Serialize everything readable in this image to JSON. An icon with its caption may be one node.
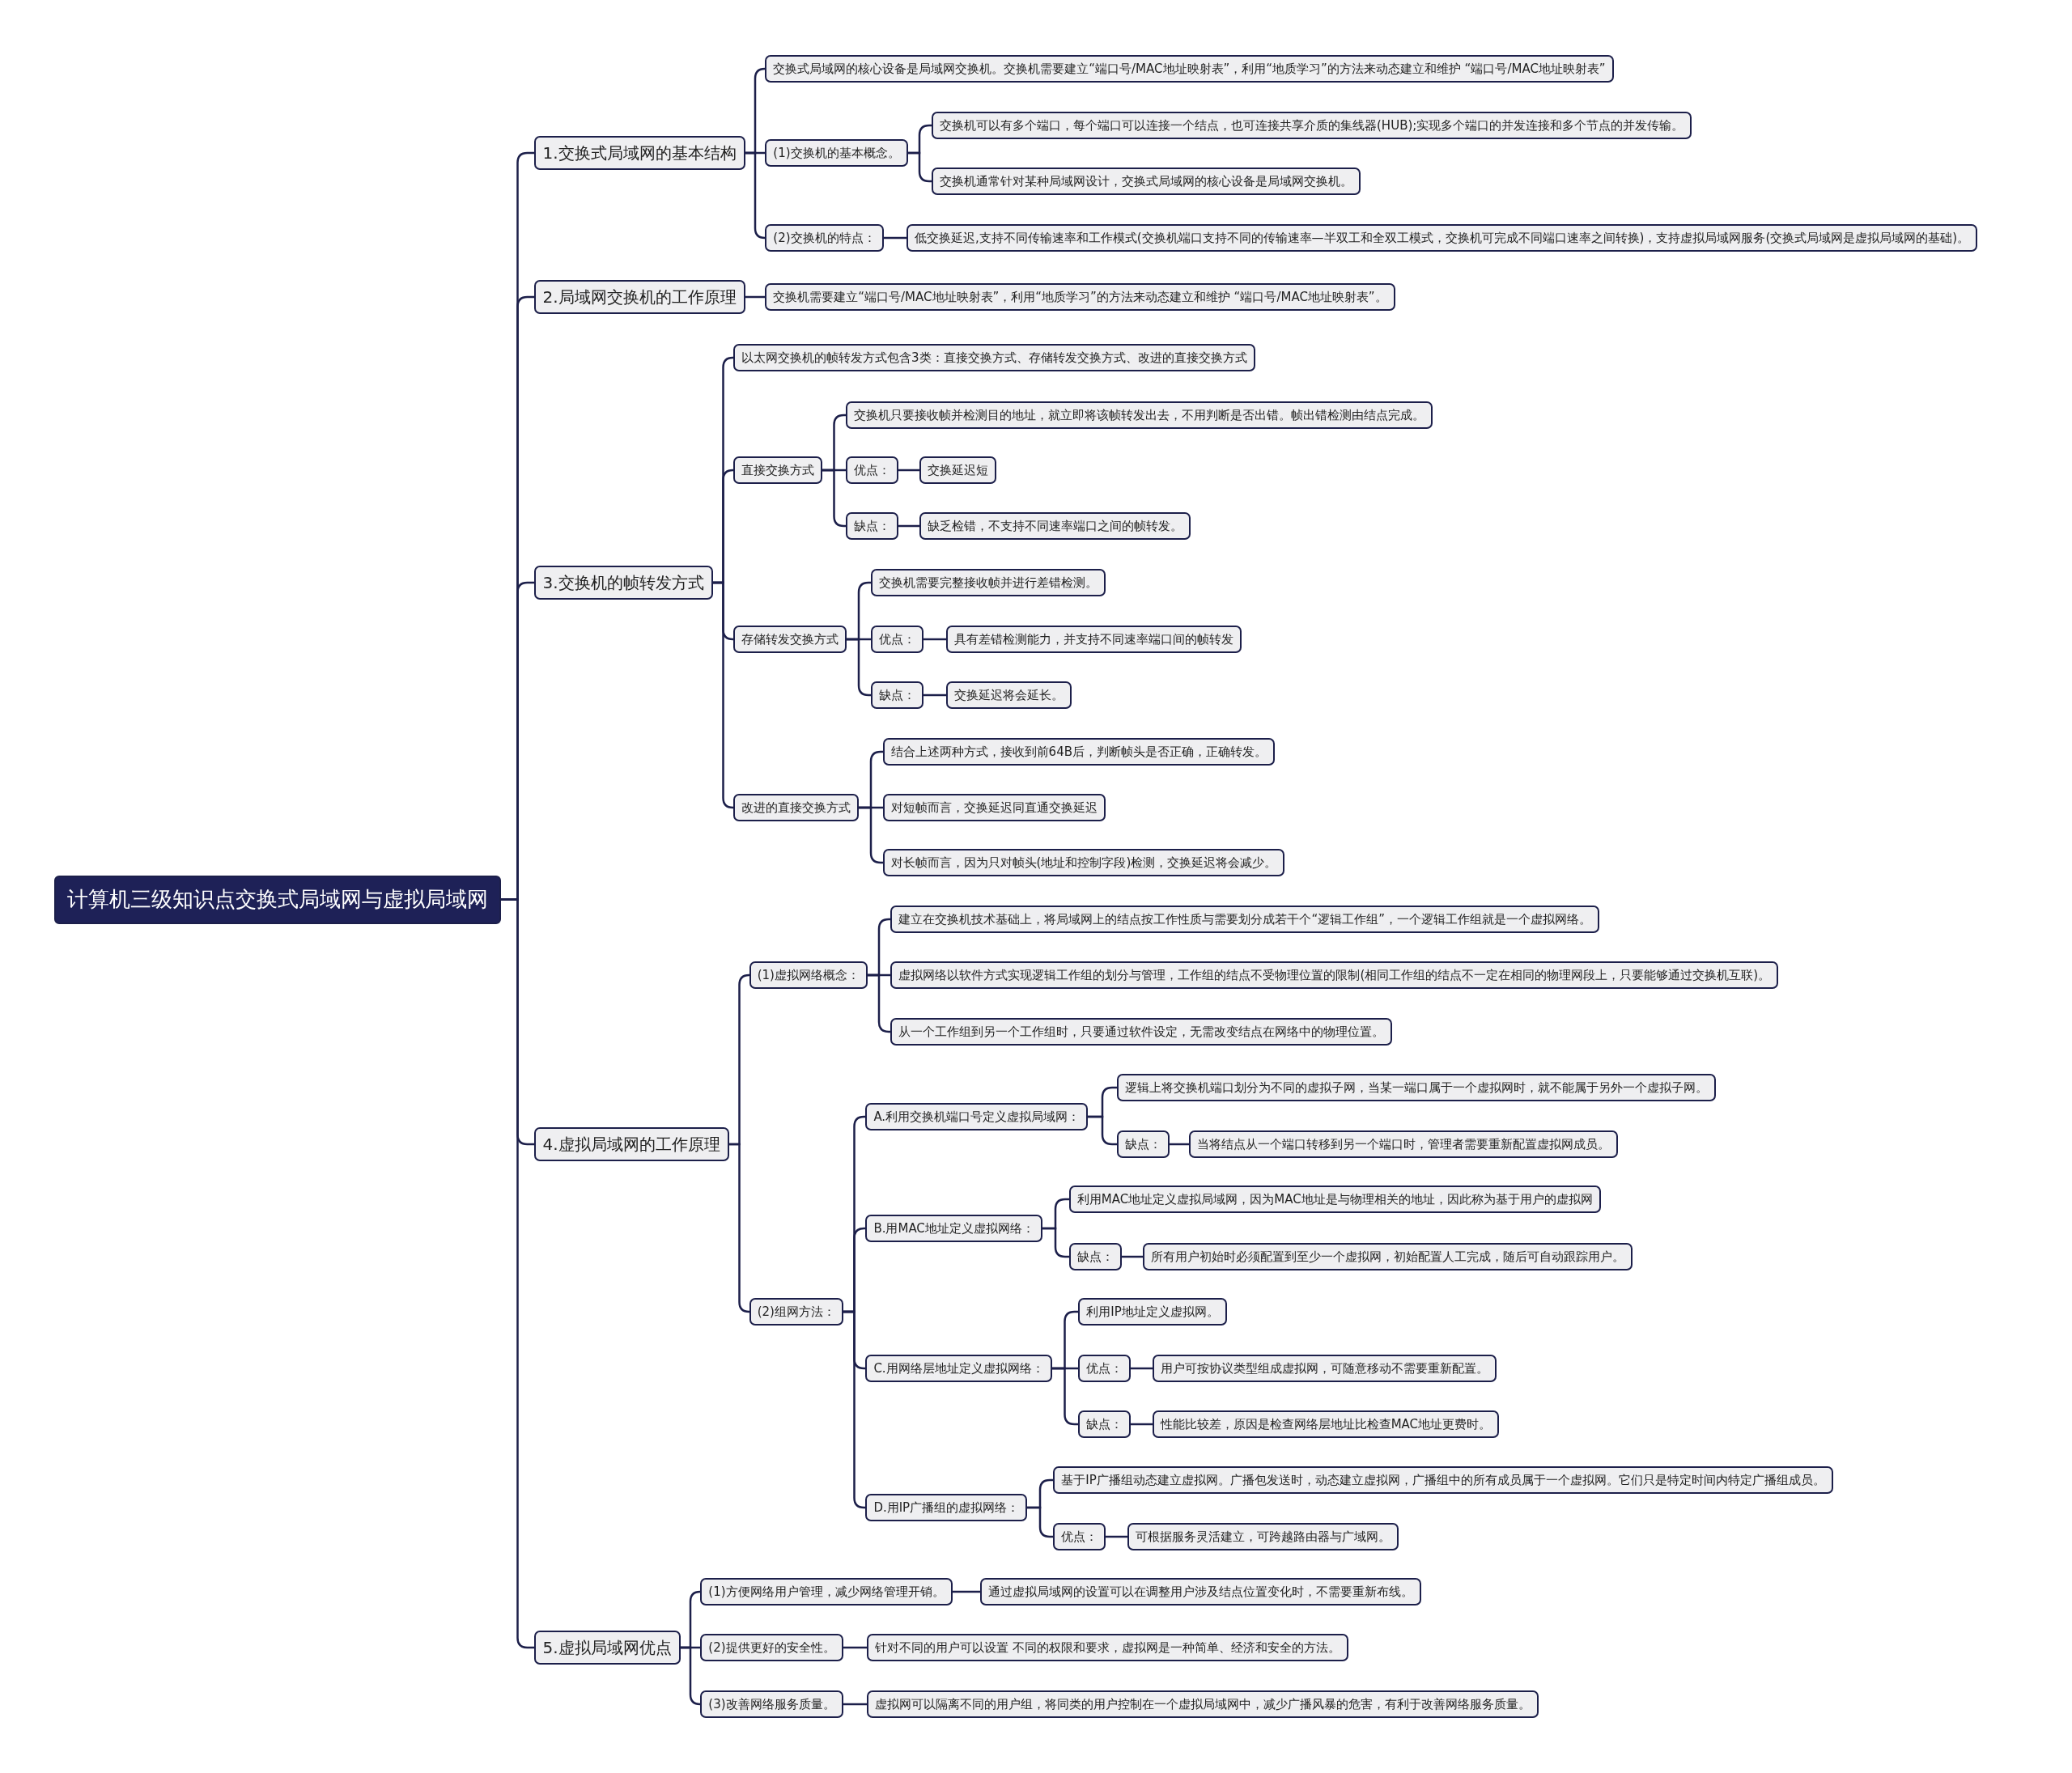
{
  "diagram": {
    "nodes": [
      {
        "text": [
          "计算机三级知识点交换式局域网与虚拟局域网"
        ]
      },
      {
        "text": [
          "1.交换式局域网的基本结构"
        ]
      },
      {
        "text": [
          "交换式局域网的核心设备是局域网交换机。交换机需要建立“端口号/MAC地址映射表”，利用“地质学习”的方法来动态建立和维护 “端口号/MAC地址映射表”"
        ]
      },
      {
        "text": [
          "(1)交换机的基本概念。"
        ]
      },
      {
        "text": [
          "交换机可以有多个端口，每个端口可以连接一个结点，也可连接共享介质的集线器(HUB);实现多个端口的并发连接和多个节点的并发传输。"
        ]
      },
      {
        "text": [
          "交换机通常针对某种局域网设计，交换式局域网的核心设备是局域网交换机。"
        ]
      },
      {
        "text": [
          "(2)交换机的特点："
        ]
      },
      {
        "text": [
          "低交换延迟,支持不同传输速率和工作模式(交换机端口支持不同的传输速率—半双工和全双工模式，交换机可完成不同端口速率之间转换)，支持虚拟局域网服务(交换式局域网是虚拟局域网的基础)。"
        ]
      },
      {
        "text": [
          "2.局域网交换机的工作原理"
        ]
      },
      {
        "text": [
          "交换机需要建立“端口号/MAC地址映射表”，利用“地质学习”的方法来动态建立和维护 “端口号/MAC地址映射表”。"
        ]
      },
      {
        "text": [
          "3.交换机的帧转发方式"
        ]
      },
      {
        "text": [
          "以太网交换机的帧转发方式包含3类：直接交换方式、存储转发交换方式、改进的直接交换方式"
        ]
      },
      {
        "text": [
          "直接交换方式"
        ]
      },
      {
        "text": [
          "交换机只要接收帧并检测目的地址，就立即将该帧转发出去，不用判断是否出错。帧出错检测由结点完成。"
        ]
      },
      {
        "text": [
          "优点："
        ]
      },
      {
        "text": [
          "交换延迟短"
        ]
      },
      {
        "text": [
          "缺点："
        ]
      },
      {
        "text": [
          "缺乏检错，不支持不同速率端口之间的帧转发。"
        ]
      },
      {
        "text": [
          "存储转发交换方式"
        ]
      },
      {
        "text": [
          "交换机需要完整接收帧并进行差错检测。"
        ]
      },
      {
        "text": [
          "优点："
        ]
      },
      {
        "text": [
          "具有差错检测能力，并支持不同速率端口间的帧转发"
        ]
      },
      {
        "text": [
          "缺点："
        ]
      },
      {
        "text": [
          "交换延迟将会延长。"
        ]
      },
      {
        "text": [
          "改进的直接交换方式"
        ]
      },
      {
        "text": [
          "结合上述两种方式，接收到前64B后，判断帧头是否正确，正确转发。"
        ]
      },
      {
        "text": [
          "对短帧而言，交换延迟同直通交换延迟"
        ]
      },
      {
        "text": [
          "对长帧而言，因为只对帧头(地址和控制字段)检测，交换延迟将会减少。"
        ]
      },
      {
        "text": [
          "4.虚拟局域网的工作原理"
        ]
      },
      {
        "text": [
          "(1)虚拟网络概念："
        ]
      },
      {
        "text": [
          "建立在交换机技术基础上，将局域网上的结点按工作性质与需要划分成若干个“逻辑工作组”，一个逻辑工作组就是一个虚拟网络。"
        ]
      },
      {
        "text": [
          "虚拟网络以软件方式实现逻辑工作组的划分与管理，工作组的结点不受物理位置的限制(相同工作组的结点不一定在相同的物理网段上，只要能够通过交换机互联)。"
        ]
      },
      {
        "text": [
          "从一个工作组到另一个工作组时，只要通过软件设定，无需改变结点在网络中的物理位置。"
        ]
      },
      {
        "text": [
          "(2)组网方法："
        ]
      },
      {
        "text": [
          "A.利用交换机端口号定义虚拟局域网："
        ]
      },
      {
        "text": [
          "逻辑上将交换机端口划分为不同的虚拟子网，当某一端口属于一个虚拟网时，就不能属于另外一个虚拟子网。"
        ]
      },
      {
        "text": [
          "缺点："
        ]
      },
      {
        "text": [
          "当将结点从一个端口转移到另一个端口时，管理者需要重新配置虚拟网成员。"
        ]
      },
      {
        "text": [
          "B.用MAC地址定义虚拟网络："
        ]
      },
      {
        "text": [
          "利用MAC地址定义虚拟局域网，因为MAC地址是与物理相关的地址，因此称为基于用户的虚拟网"
        ]
      },
      {
        "text": [
          "缺点："
        ]
      },
      {
        "text": [
          "所有用户初始时必须配置到至少一个虚拟网，初始配置人工完成，随后可自动跟踪用户。"
        ]
      },
      {
        "text": [
          "C.用网络层地址定义虚拟网络："
        ]
      },
      {
        "text": [
          "利用IP地址定义虚拟网。"
        ]
      },
      {
        "text": [
          "优点："
        ]
      },
      {
        "text": [
          "用户可按协议类型组成虚拟网，可随意移动不需要重新配置。"
        ]
      },
      {
        "text": [
          "缺点："
        ]
      },
      {
        "text": [
          "性能比较差，原因是检查网络层地址比检查MAC地址更费时。"
        ]
      },
      {
        "text": [
          "D.用IP广播组的虚拟网络："
        ]
      },
      {
        "text": [
          "基于IP广播组动态建立虚拟网。广播包发送时，动态建立虚拟网，广播组中的所有成员属于一个虚拟网。它们只是特定时间内特定广播组成员。"
        ]
      },
      {
        "text": [
          "优点："
        ]
      },
      {
        "text": [
          "可根据服务灵活建立，可跨越路由器与广域网。"
        ]
      },
      {
        "text": [
          "5.虚拟局域网优点"
        ]
      },
      {
        "text": [
          "(1)方便网络用户管理，减少网络管理开销。"
        ]
      },
      {
        "text": [
          "通过虚拟局域网的设置可以在调整用户涉及结点位置变化时，不需要重新布线。"
        ]
      },
      {
        "text": [
          "(2)提供更好的安全性。"
        ]
      },
      {
        "text": [
          "针对不同的用户可以设置 不同的权限和要求，虚拟网是一种简单、经济和安全的方法。"
        ]
      },
      {
        "text": [
          "(3)改善网络服务质量。"
        ]
      },
      {
        "text": [
          "虚拟网可以隔离不同的用户组，将同类的用户控制在一个虚拟局域网中，减少广播风暴的危害，有利于改善网络服务质量。"
        ]
      }
    ],
    "edges": [
      {
        "from": 0,
        "to": 1,
        "arrow": "none"
      },
      {
        "from": 1,
        "to": 2,
        "arrow": "none"
      },
      {
        "from": 1,
        "to": 3,
        "arrow": "none"
      },
      {
        "from": 3,
        "to": 4,
        "arrow": "none"
      },
      {
        "from": 3,
        "to": 5,
        "arrow": "none"
      },
      {
        "from": 1,
        "to": 6,
        "arrow": "none"
      },
      {
        "from": 6,
        "to": 7,
        "arrow": "none"
      },
      {
        "from": 0,
        "to": 8,
        "arrow": "none"
      },
      {
        "from": 8,
        "to": 9,
        "arrow": "none"
      },
      {
        "from": 0,
        "to": 10,
        "arrow": "none"
      },
      {
        "from": 10,
        "to": 11,
        "arrow": "none"
      },
      {
        "from": 10,
        "to": 12,
        "arrow": "none"
      },
      {
        "from": 12,
        "to": 13,
        "arrow": "none"
      },
      {
        "from": 12,
        "to": 14,
        "arrow": "none"
      },
      {
        "from": 14,
        "to": 15,
        "arrow": "none"
      },
      {
        "from": 12,
        "to": 16,
        "arrow": "none"
      },
      {
        "from": 16,
        "to": 17,
        "arrow": "none"
      },
      {
        "from": 10,
        "to": 18,
        "arrow": "none"
      },
      {
        "from": 18,
        "to": 19,
        "arrow": "none"
      },
      {
        "from": 18,
        "to": 20,
        "arrow": "none"
      },
      {
        "from": 20,
        "to": 21,
        "arrow": "none"
      },
      {
        "from": 18,
        "to": 22,
        "arrow": "none"
      },
      {
        "from": 22,
        "to": 23,
        "arrow": "none"
      },
      {
        "from": 10,
        "to": 24,
        "arrow": "none"
      },
      {
        "from": 24,
        "to": 25,
        "arrow": "none"
      },
      {
        "from": 24,
        "to": 26,
        "arrow": "none"
      },
      {
        "from": 24,
        "to": 27,
        "arrow": "none"
      },
      {
        "from": 0,
        "to": 28,
        "arrow": "none"
      },
      {
        "from": 28,
        "to": 29,
        "arrow": "none"
      },
      {
        "from": 29,
        "to": 30,
        "arrow": "none"
      },
      {
        "from": 29,
        "to": 31,
        "arrow": "none"
      },
      {
        "from": 29,
        "to": 32,
        "arrow": "none"
      },
      {
        "from": 28,
        "to": 33,
        "arrow": "none"
      },
      {
        "from": 33,
        "to": 34,
        "arrow": "none"
      },
      {
        "from": 34,
        "to": 35,
        "arrow": "none"
      },
      {
        "from": 34,
        "to": 36,
        "arrow": "none"
      },
      {
        "from": 36,
        "to": 37,
        "arrow": "none"
      },
      {
        "from": 33,
        "to": 38,
        "arrow": "none"
      },
      {
        "from": 38,
        "to": 39,
        "arrow": "none"
      },
      {
        "from": 38,
        "to": 40,
        "arrow": "none"
      },
      {
        "from": 40,
        "to": 41,
        "arrow": "none"
      },
      {
        "from": 33,
        "to": 42,
        "arrow": "none"
      },
      {
        "from": 42,
        "to": 43,
        "arrow": "none"
      },
      {
        "from": 42,
        "to": 44,
        "arrow": "none"
      },
      {
        "from": 44,
        "to": 45,
        "arrow": "none"
      },
      {
        "from": 42,
        "to": 46,
        "arrow": "none"
      },
      {
        "from": 46,
        "to": 47,
        "arrow": "none"
      },
      {
        "from": 33,
        "to": 48,
        "arrow": "none"
      },
      {
        "from": 48,
        "to": 49,
        "arrow": "none"
      },
      {
        "from": 48,
        "to": 50,
        "arrow": "none"
      },
      {
        "from": 50,
        "to": 51,
        "arrow": "none"
      },
      {
        "from": 0,
        "to": 52,
        "arrow": "none"
      },
      {
        "from": 52,
        "to": 53,
        "arrow": "none"
      },
      {
        "from": 53,
        "to": 54,
        "arrow": "none"
      },
      {
        "from": 52,
        "to": 55,
        "arrow": "none"
      },
      {
        "from": 55,
        "to": 56,
        "arrow": "none"
      },
      {
        "from": 52,
        "to": 57,
        "arrow": "none"
      },
      {
        "from": 57,
        "to": 58,
        "arrow": "none"
      }
    ]
  }
}
